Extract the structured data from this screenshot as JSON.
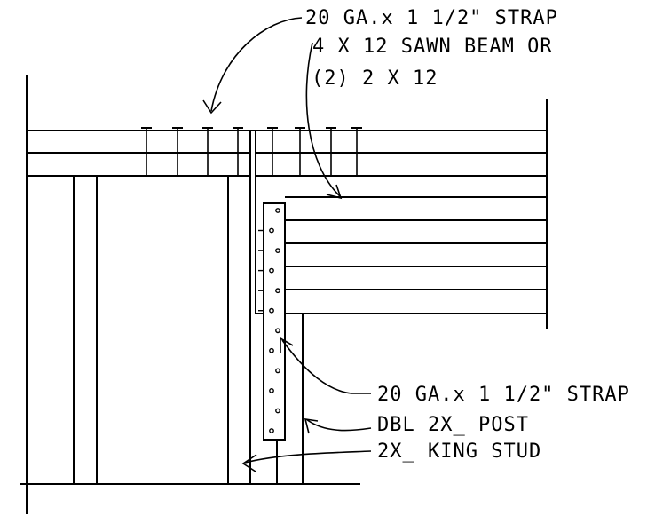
{
  "labels": {
    "top_strap": "20 GA.x 1 1/2\" STRAP",
    "beam_line1": "4 X 12 SAWN BEAM OR",
    "beam_line2": "(2) 2 X 12",
    "side_strap": "20 GA.x 1 1/2\" STRAP",
    "post": "DBL 2X_ POST",
    "king_stud": "2X_ KING STUD"
  },
  "strap_hole_count": 12,
  "top_nail_count": 8
}
